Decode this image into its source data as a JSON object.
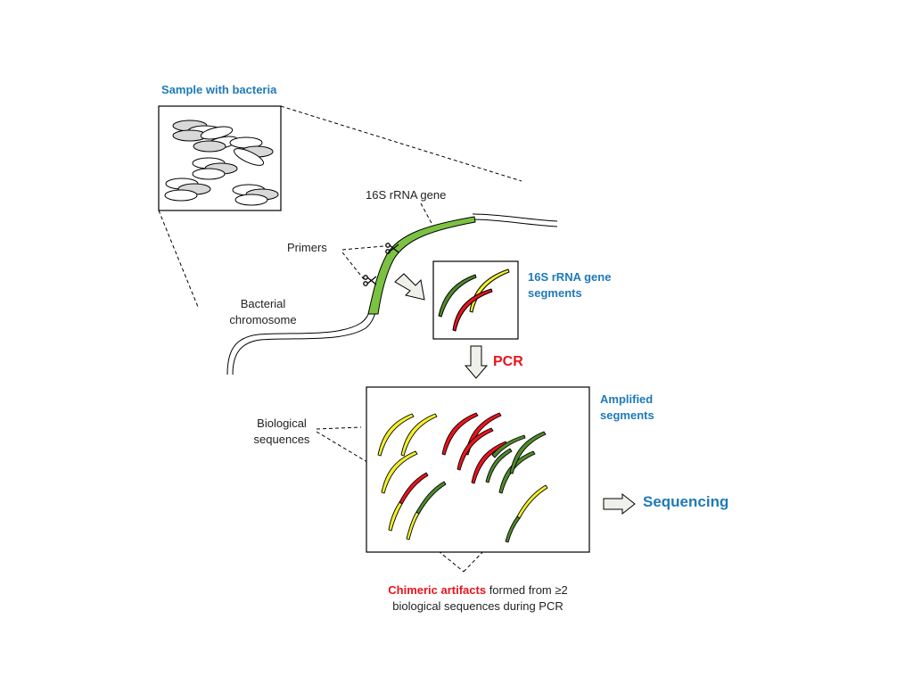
{
  "labels": {
    "sample": "Sample with bacteria",
    "gene": "16S rRNA gene",
    "primers": "Primers",
    "chromosome_line1": "Bacterial",
    "chromosome_line2": "chromosome",
    "segments_line1": "16S rRNA gene",
    "segments_line2": "segments",
    "pcr": "PCR",
    "amplified_line1": "Amplified",
    "amplified_line2": "segments",
    "biological_line1": "Biological",
    "biological_line2": "sequences",
    "sequencing": "Sequencing",
    "chimeric_red": "Chimeric artifacts",
    "chimeric_rest": " formed from ≥2",
    "chimeric_line2": "biological sequences during PCR"
  },
  "colors": {
    "blue": "#1f7ab8",
    "red": "#e8141b",
    "green": "#7cc242",
    "dark_green": "#4e8a2c",
    "yellow": "#f2ef2a",
    "cell_gray": "#d8d8d8",
    "arrow_fill": "#f0f0ea"
  }
}
